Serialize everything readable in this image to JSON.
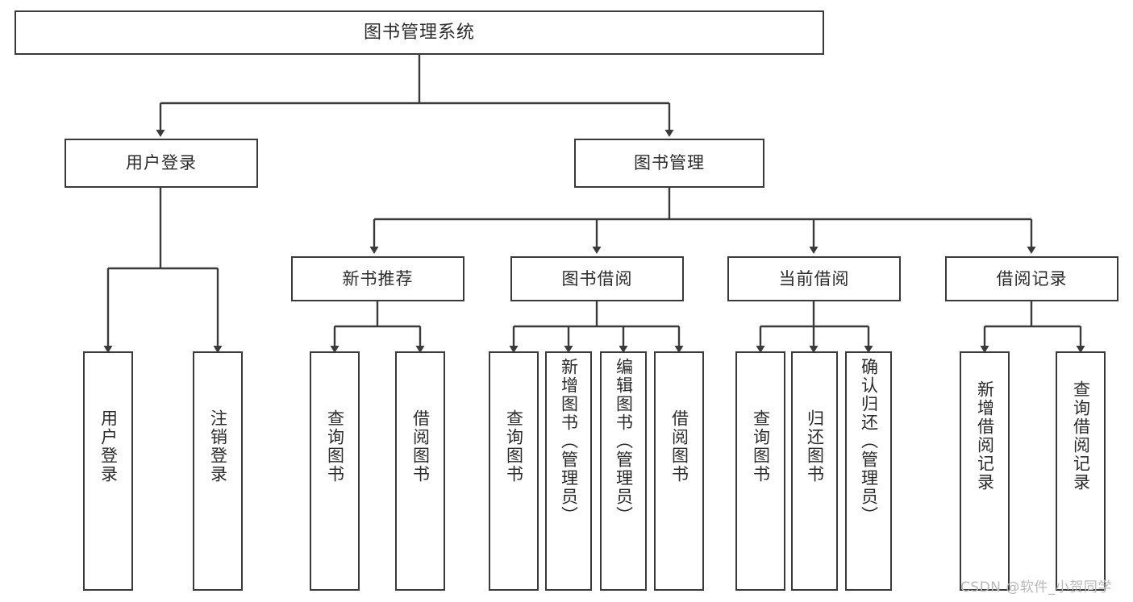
{
  "diagram": {
    "title": "图书管理系统",
    "watermark": "CSDN @软件_小贺同学",
    "stroke_color": "#3a3a3a",
    "text_color": "#2b2b2b",
    "background_color": "#ffffff",
    "watermark_color": "#b9b9b9"
  },
  "nodes": {
    "root": {
      "label": "图书管理系统"
    },
    "level2": [
      {
        "label": "用户登录"
      },
      {
        "label": "图书管理"
      }
    ],
    "level3": [
      {
        "label": "新书推荐"
      },
      {
        "label": "图书借阅"
      },
      {
        "label": "当前借阅"
      },
      {
        "label": "借阅记录"
      }
    ],
    "leaves": [
      {
        "label": "用户登录",
        "parent": "用户登录"
      },
      {
        "label": "注销登录",
        "parent": "用户登录"
      },
      {
        "label": "查询图书",
        "parent": "新书推荐"
      },
      {
        "label": "借阅图书",
        "parent": "新书推荐"
      },
      {
        "label": "查询图书",
        "parent": "图书借阅"
      },
      {
        "label": "新增图书（管理员）",
        "parent": "图书借阅"
      },
      {
        "label": "编辑图书（管理员）",
        "parent": "图书借阅"
      },
      {
        "label": "借阅图书",
        "parent": "图书借阅"
      },
      {
        "label": "查询图书",
        "parent": "当前借阅"
      },
      {
        "label": "归还图书",
        "parent": "当前借阅"
      },
      {
        "label": "确认归还（管理员）",
        "parent": "当前借阅"
      },
      {
        "label": "新增借阅记录",
        "parent": "借阅记录"
      },
      {
        "label": "查询借阅记录",
        "parent": "借阅记录"
      }
    ]
  }
}
